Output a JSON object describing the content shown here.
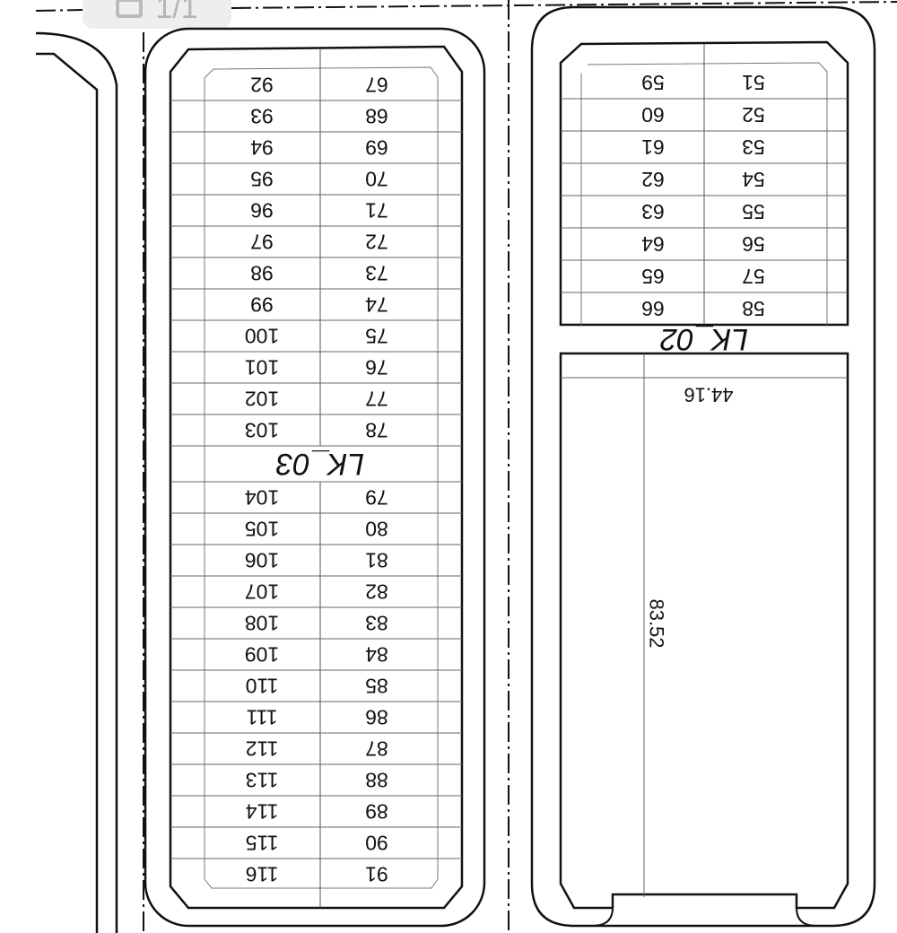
{
  "viewer": {
    "page_indicator": "1/1",
    "icon": "page-icon"
  },
  "blocks": {
    "lk03": {
      "label": "LK_03",
      "left_column": [
        "92",
        "93",
        "94",
        "95",
        "96",
        "97",
        "98",
        "99",
        "100",
        "101",
        "102",
        "103",
        "104",
        "105",
        "106",
        "107",
        "108",
        "109",
        "110",
        "111",
        "112",
        "113",
        "114",
        "115",
        "116"
      ],
      "right_column": [
        "67",
        "68",
        "69",
        "70",
        "71",
        "72",
        "73",
        "74",
        "75",
        "76",
        "77",
        "78",
        "79",
        "80",
        "81",
        "82",
        "83",
        "84",
        "85",
        "86",
        "87",
        "88",
        "89",
        "90",
        "91"
      ]
    },
    "lk02": {
      "label": "LK_02",
      "left_column": [
        "59",
        "60",
        "61",
        "62",
        "63",
        "64",
        "65",
        "66"
      ],
      "right_column": [
        "51",
        "52",
        "53",
        "54",
        "55",
        "56",
        "57",
        "58"
      ]
    },
    "open_lot": {
      "width_dimension": "44.16",
      "height_dimension": "83.52"
    }
  }
}
